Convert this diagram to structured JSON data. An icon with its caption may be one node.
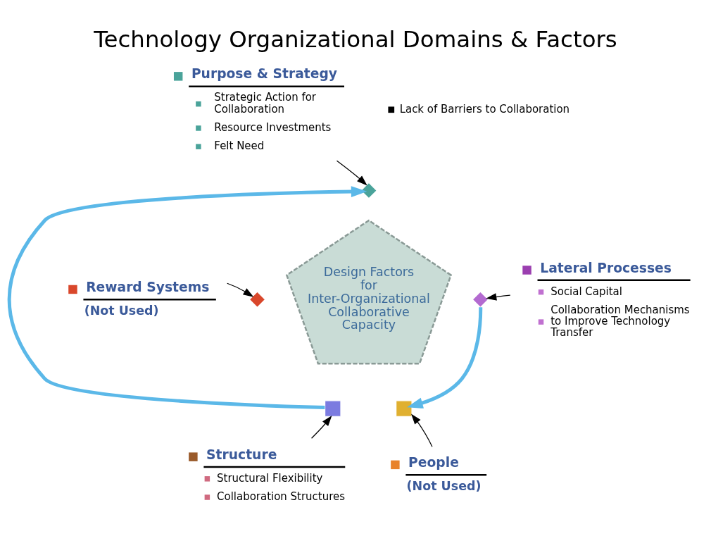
{
  "diagram": {
    "title": "Technology Organizational Domains & Factors",
    "nodes": [
      {
        "text": [
          "Design Factors for Inter-Organizational Collaborative Capacity"
        ]
      },
      {
        "text": [
          "Purpose & Strategy",
          "Strategic Action for Collaboration",
          "Resource Investments",
          "Felt Need"
        ]
      },
      {
        "text": [
          "Lateral Processes",
          "Social Capital",
          "Collaboration Mechanisms to Improve Technology Transfer"
        ]
      },
      {
        "text": [
          "Reward Systems",
          "(Not Used)"
        ]
      },
      {
        "text": [
          "Structure",
          "Structural Flexibility",
          "Collaboration Structures"
        ]
      },
      {
        "text": [
          "People",
          "(Not Used)"
        ]
      },
      {
        "text": [],
        "shape": "diamond"
      },
      {
        "text": [],
        "shape": "diamond"
      },
      {
        "text": [],
        "shape": "diamond"
      },
      {
        "text": [],
        "shape": "box"
      },
      {
        "text": [],
        "shape": "box"
      }
    ],
    "edges": [
      {
        "from": 1,
        "to": 6,
        "arrow": "to"
      },
      {
        "from": 2,
        "to": 8,
        "arrow": "to"
      },
      {
        "from": 3,
        "to": 7,
        "arrow": "to"
      },
      {
        "from": 4,
        "to": 9,
        "arrow": "to"
      },
      {
        "from": 5,
        "to": 10,
        "arrow": "to"
      },
      {
        "from": 9,
        "to": 6,
        "arrow": "to",
        "style": "thick",
        "color": "#5bb8e8"
      },
      {
        "from": 8,
        "to": 10,
        "arrow": "to",
        "style": "thick",
        "color": "#5bb8e8"
      }
    ],
    "labels": [
      "Lack of Barriers to Collaboration"
    ]
  }
}
